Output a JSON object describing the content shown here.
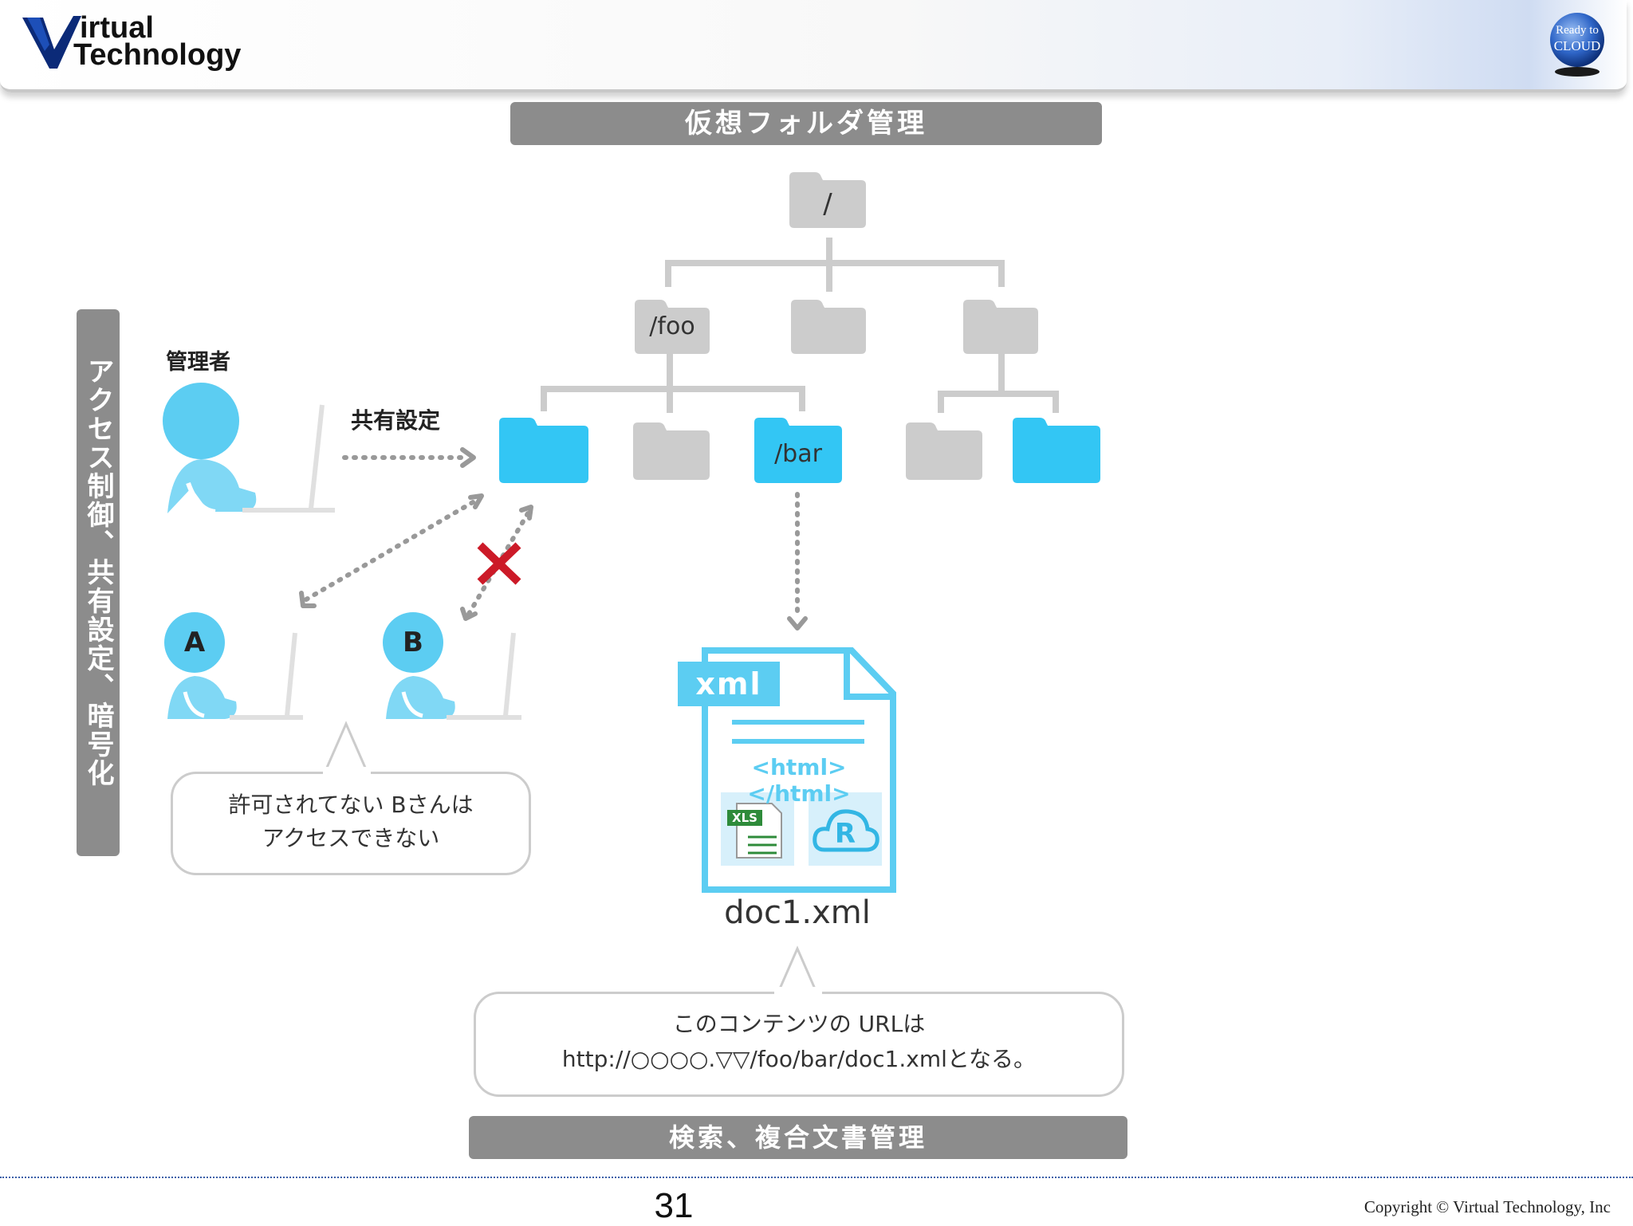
{
  "header": {
    "logo_line1": "irtual",
    "logo_line2": "Technology",
    "badge_line1": "Ready to",
    "badge_line2": "CLOUD"
  },
  "diagram": {
    "top_band": "仮想フォルダ管理",
    "side_band": "アクセス制御、共有設定、暗号化",
    "bottom_band": "検索、複合文書管理",
    "admin_label": "管理者",
    "share_label": "共有設定",
    "user_a": "A",
    "user_b": "B",
    "folders": {
      "root": "/",
      "foo": "/foo",
      "bar": "/bar"
    },
    "doc": {
      "tag": "xml",
      "html_line": "<html></html>",
      "xls_label": "XLS",
      "r_label": "R",
      "filename": "doc1.xml"
    },
    "bubble_access": [
      "許可されてない Bさんは",
      "アクセスできない"
    ],
    "bubble_url": [
      "このコンテンツの URLは",
      "http://○○○○.▽▽/foo/bar/doc1.xmlとなる。"
    ],
    "colors": {
      "blue": "#33c6f4",
      "gray_folder": "#cccccc",
      "band": "#8c8c8c",
      "person": "#5ccdf2",
      "cross": "#cc1a28"
    }
  },
  "footer": {
    "page_number": "31",
    "copyright": "Copyright © Virtual Technology, Inc"
  }
}
